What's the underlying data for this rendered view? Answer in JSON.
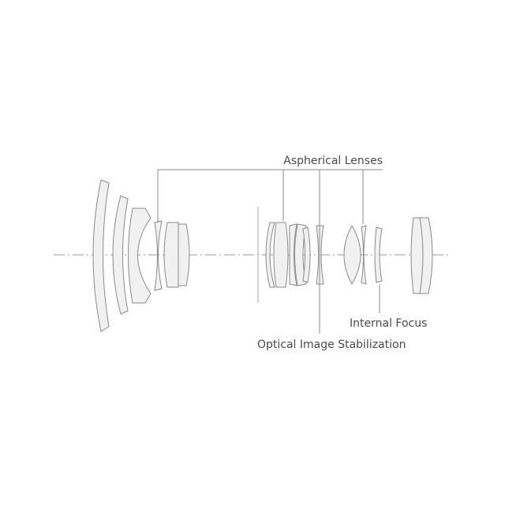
{
  "labels": {
    "aspherical": "Aspherical Lenses",
    "internal_focus": "Internal Focus",
    "ois": "Optical Image Stabilization"
  },
  "colors": {
    "line": "#8a8a8a",
    "fill": "#f1f1f1",
    "text": "#4a4a4a",
    "background": "#ffffff"
  }
}
